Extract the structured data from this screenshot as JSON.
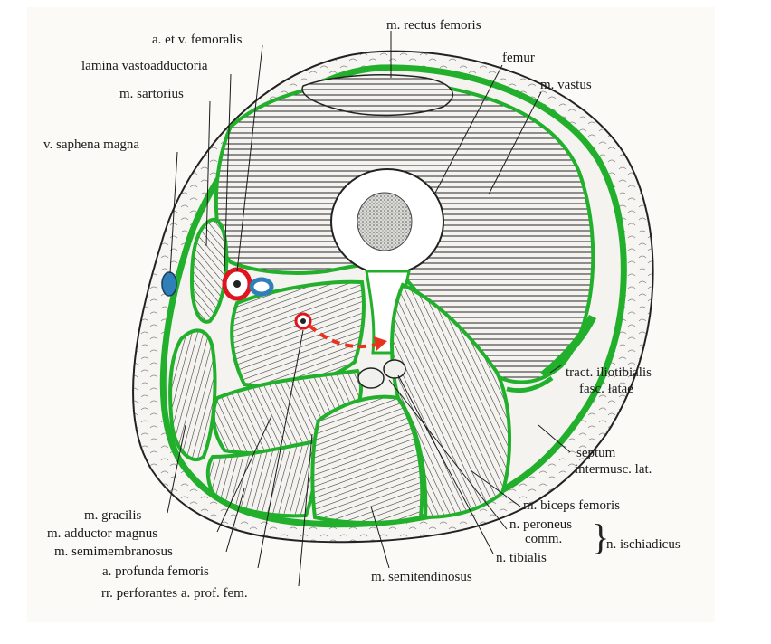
{
  "figure": {
    "colors": {
      "fascia": "#22b02c",
      "artery": "#e0141e",
      "vein": "#2f7fb8",
      "arrow": "#e8321e",
      "ink": "#1a1a1a"
    },
    "labels": {
      "rectus_femoris": "m. rectus femoris",
      "femoral_vessels": "a. et v. femoralis",
      "femur": "femur",
      "lamina_vastoadductoria": "lamina vastoadductoria",
      "vastus": "m. vastus",
      "sartorius": "m. sartorius",
      "saphena_magna": "v. saphena magna",
      "tract_iliotibialis": "tract. iliotibialis",
      "fasc_latae": "fasc. latae",
      "septum": "septum",
      "intermusc_lat": "intermusc. lat.",
      "biceps_femoris": "m. biceps femoris",
      "gracilis": "m. gracilis",
      "peroneus": "n. peroneus",
      "comm": "comm.",
      "adductor_magnus": "m. adductor magnus",
      "ischiadicus": "n. ischiadicus",
      "semimembranosus": "m. semimembranosus",
      "tibialis": "n. tibialis",
      "profunda_femoris": "a. profunda femoris",
      "semitendinosus": "m. semitendinosus",
      "perforantes": "rr. perforantes a. prof. fem."
    }
  }
}
